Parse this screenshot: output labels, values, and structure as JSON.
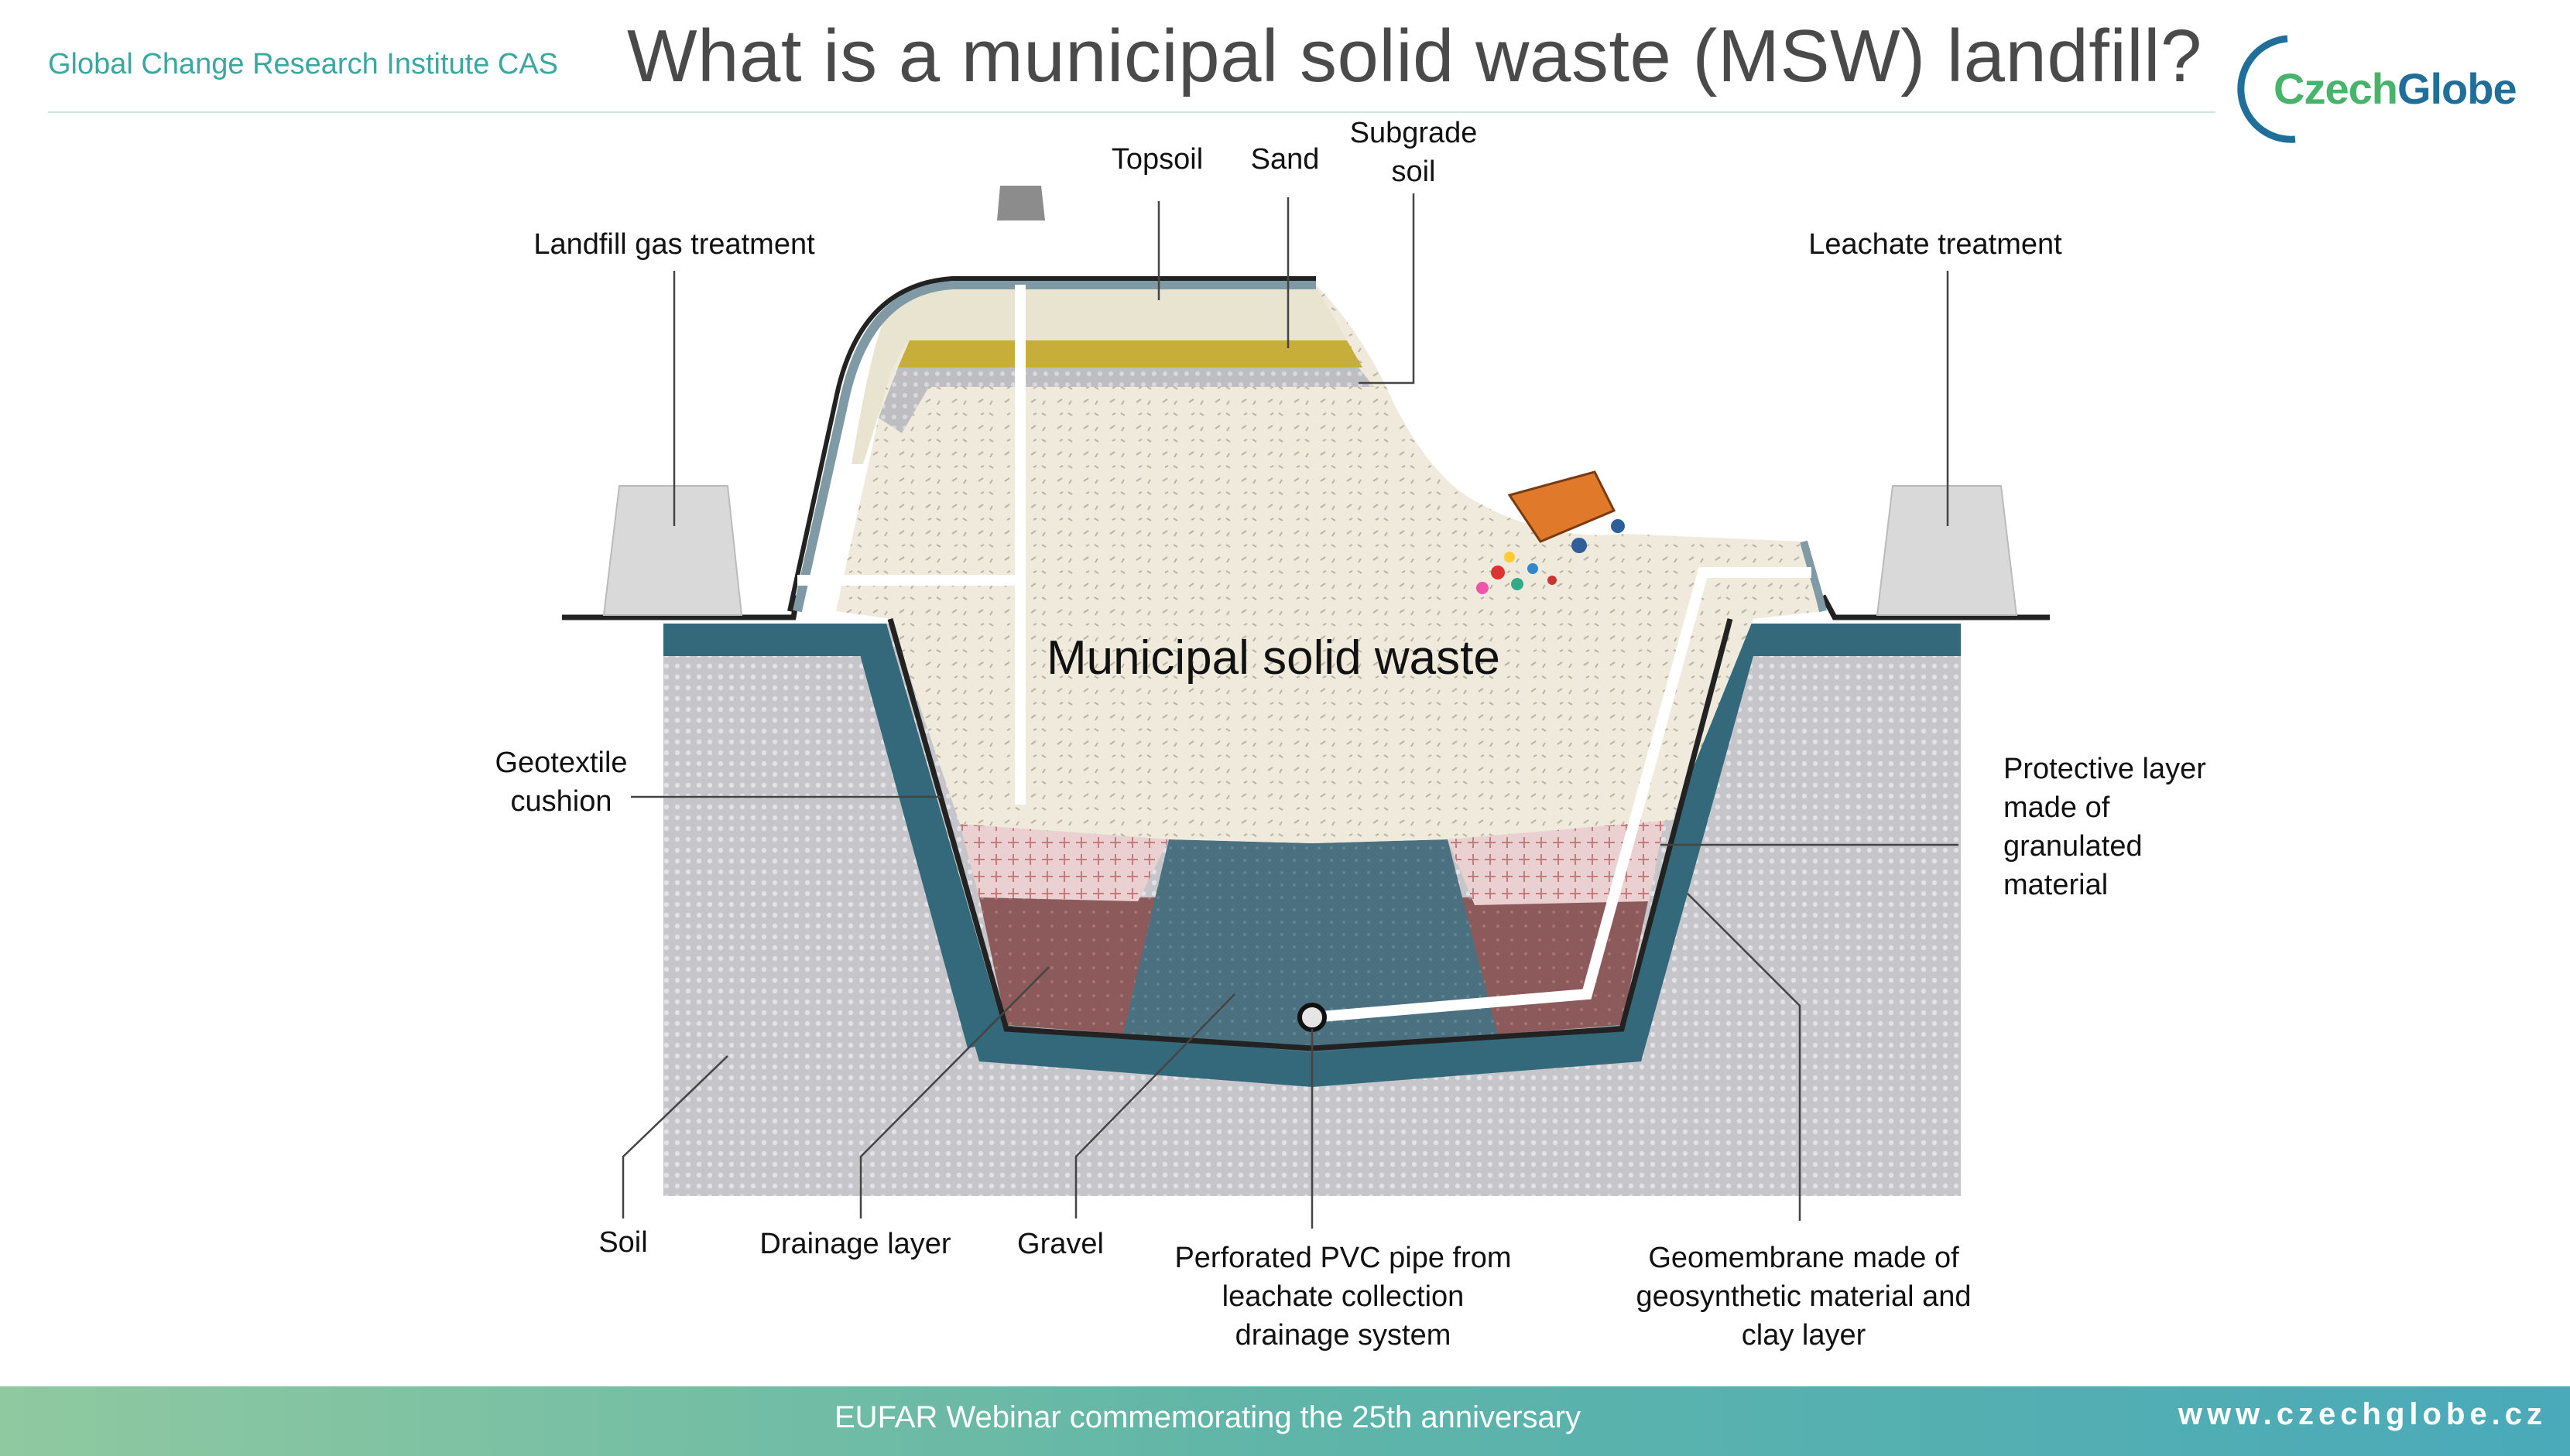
{
  "header": {
    "institute": "Global Change Research Institute CAS",
    "title": "What is a municipal solid waste (MSW) landfill?",
    "logo_text_a": "Czech",
    "logo_text_b": "Globe"
  },
  "diagram": {
    "center_label": "Municipal solid waste",
    "labels": {
      "topsoil": "Topsoil",
      "sand": "Sand",
      "subgrade_1": "Subgrade",
      "subgrade_2": "soil",
      "gas_treatment": "Landfill gas treatment",
      "leachate_treatment": "Leachate treatment",
      "geotextile_1": "Geotextile",
      "geotextile_2": "cushion",
      "protective_1": "Protective layer",
      "protective_2": "made of",
      "protective_3": "granulated",
      "protective_4": "material",
      "soil": "Soil",
      "drainage": "Drainage layer",
      "gravel": "Gravel",
      "pipe_1": "Perforated PVC pipe from",
      "pipe_2": "leachate collection",
      "pipe_3": "drainage system",
      "geomembrane_1": "Geomembrane made of",
      "geomembrane_2": "geosynthetic material and",
      "geomembrane_3": "clay layer"
    }
  },
  "colors": {
    "soil": "#c9c9cc",
    "liner": "#33697b",
    "waste": "#efeadb",
    "sand": "#c9b13c",
    "drainage": "#8a5858",
    "gravel": "#4a6f7c",
    "protective": "#e8c9c9"
  },
  "footer": {
    "text": "EUFAR Webinar commemorating the 25th anniversary",
    "url": "www.czechglobe.cz"
  }
}
